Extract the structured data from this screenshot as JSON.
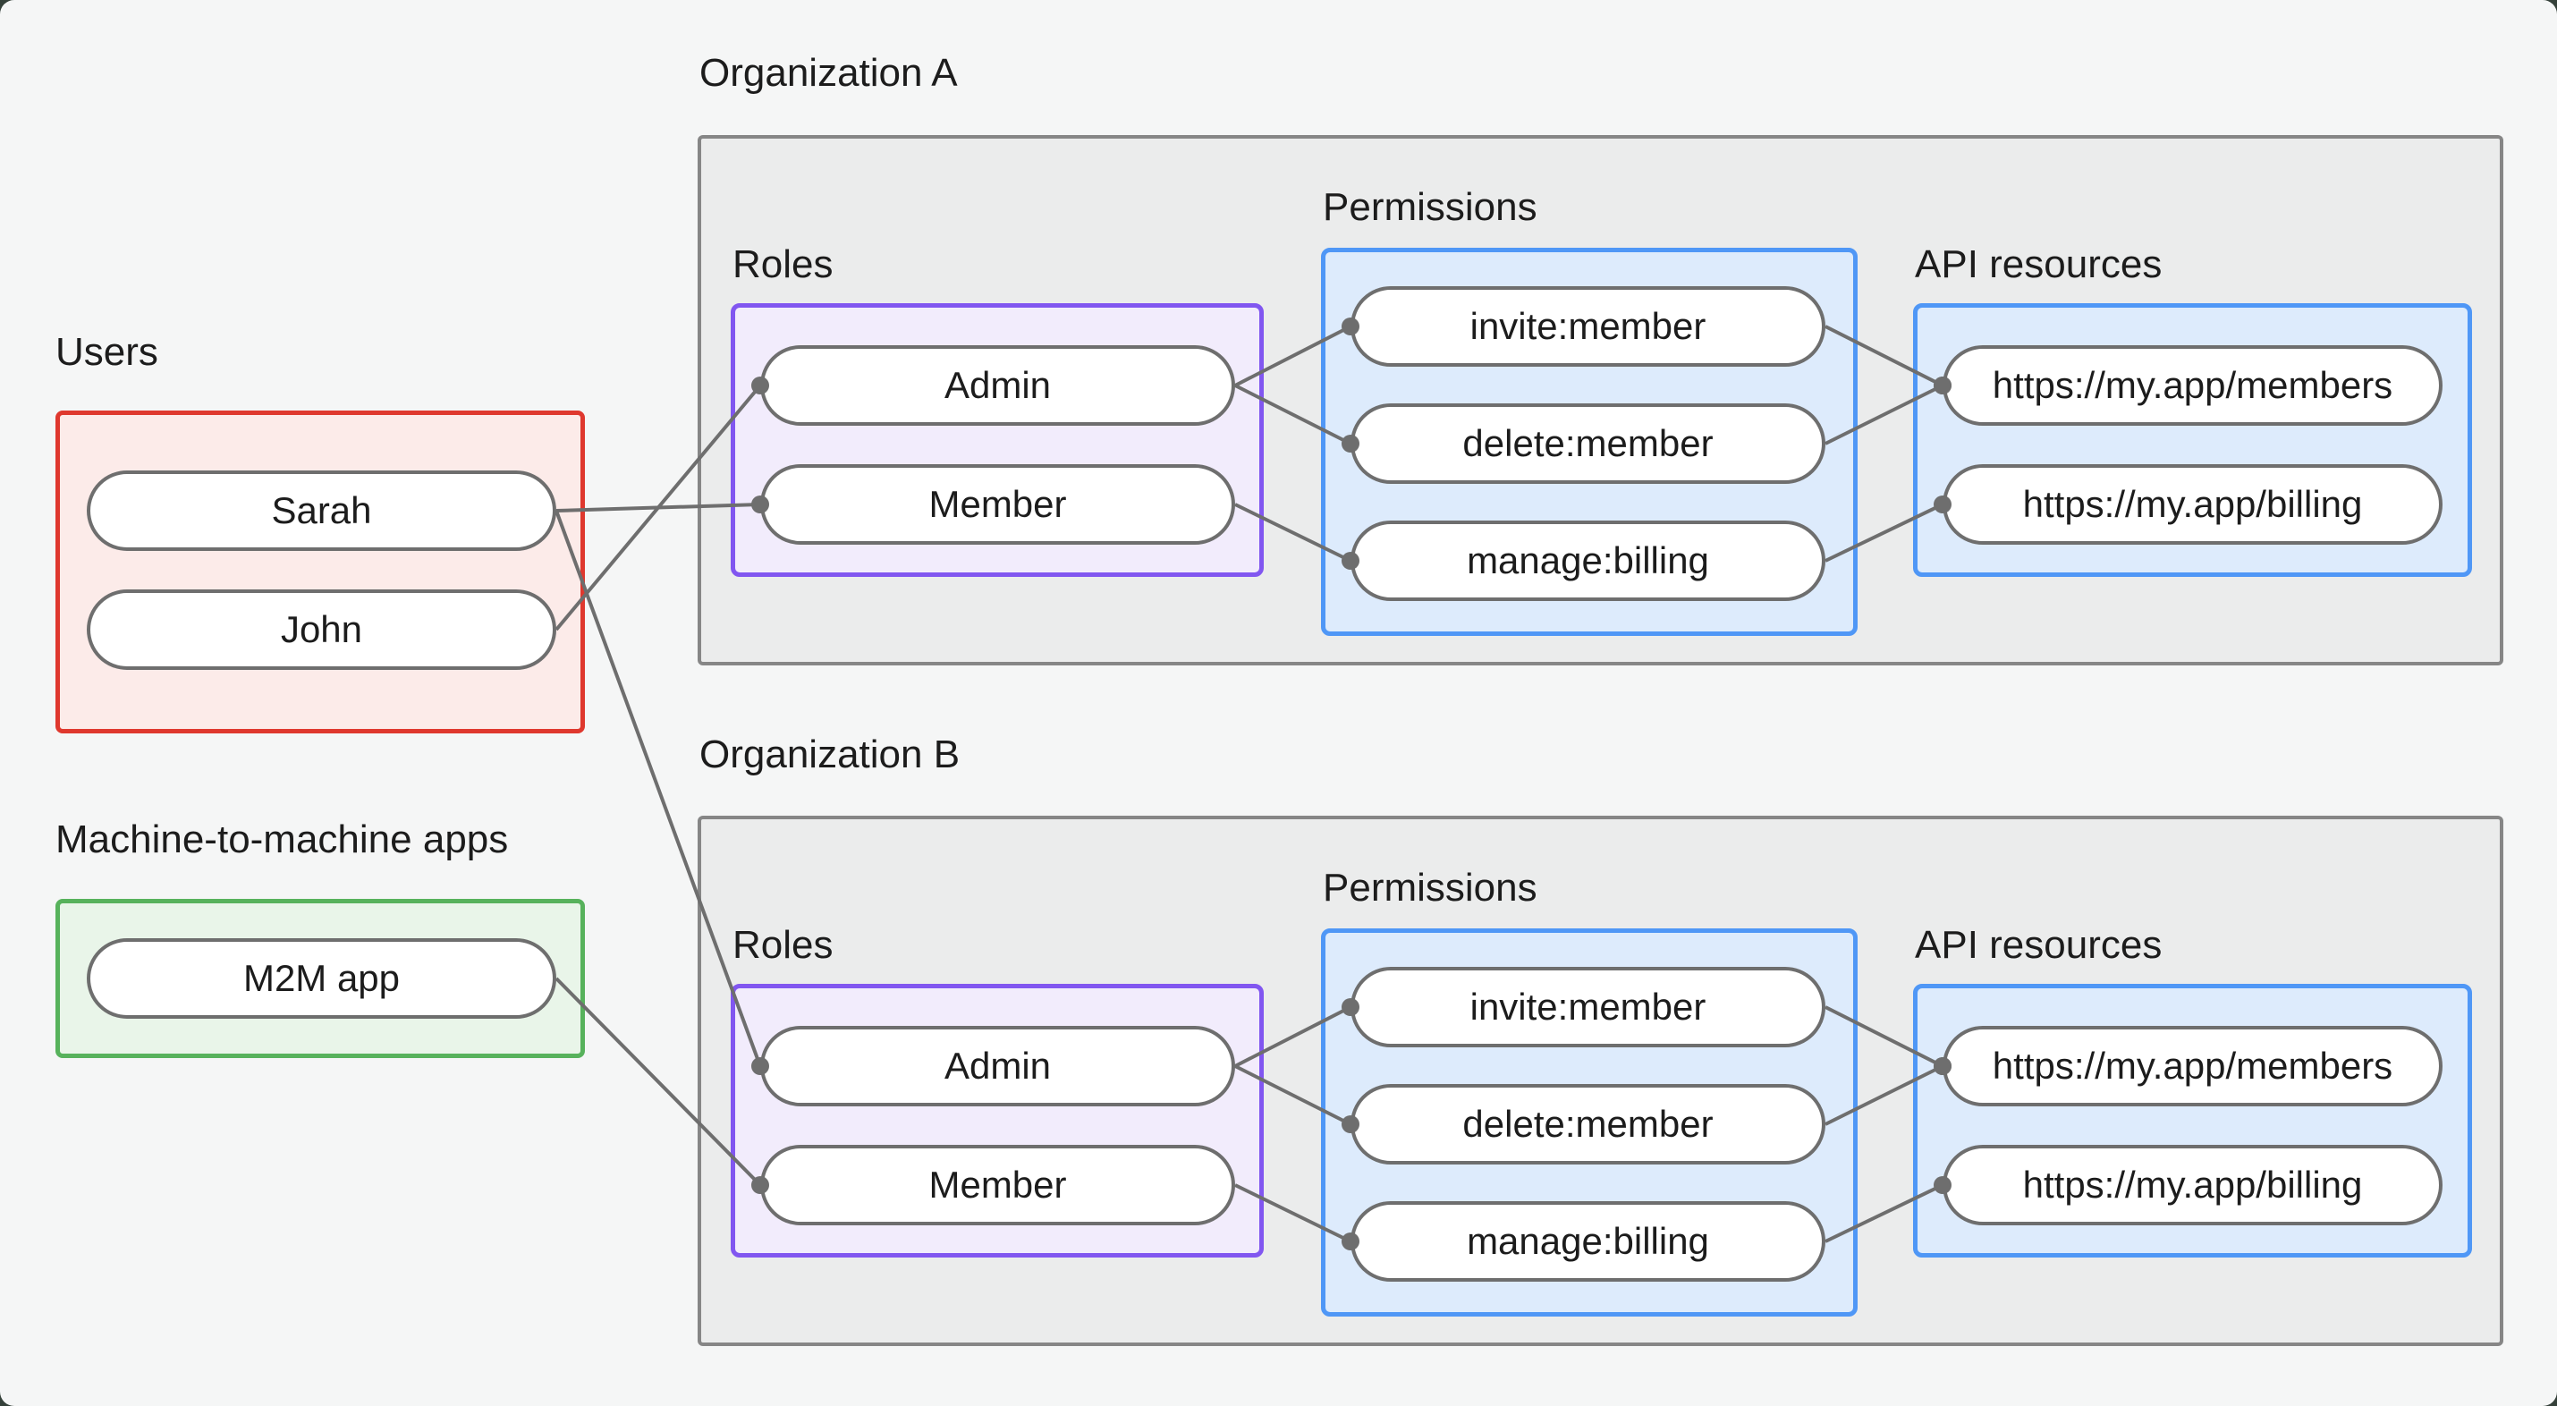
{
  "labels": {
    "users": "Users",
    "m2m": "Machine-to-machine apps",
    "org_a": "Organization A",
    "org_b": "Organization B",
    "roles": "Roles",
    "permissions": "Permissions",
    "api_resources": "API resources"
  },
  "nodes": {
    "sarah": "Sarah",
    "john": "John",
    "m2m_app": "M2M app",
    "org_a": {
      "admin": "Admin",
      "member": "Member",
      "invite": "invite:member",
      "delete": "delete:member",
      "manage": "manage:billing",
      "members_api": "https://my.app/members",
      "billing_api": "https://my.app/billing"
    },
    "org_b": {
      "admin": "Admin",
      "member": "Member",
      "invite": "invite:member",
      "delete": "delete:member",
      "manage": "manage:billing",
      "members_api": "https://my.app/members",
      "billing_api": "https://my.app/billing"
    }
  },
  "edges": [
    {
      "from": "sarah",
      "to": "org_a.member"
    },
    {
      "from": "john",
      "to": "org_a.admin"
    },
    {
      "from": "sarah",
      "to": "org_b.admin"
    },
    {
      "from": "m2m_app",
      "to": "org_b.member"
    },
    {
      "from": "org_a.admin",
      "to": "org_a.invite"
    },
    {
      "from": "org_a.admin",
      "to": "org_a.delete"
    },
    {
      "from": "org_a.member",
      "to": "org_a.manage"
    },
    {
      "from": "org_a.invite",
      "to": "org_a.members_api"
    },
    {
      "from": "org_a.delete",
      "to": "org_a.members_api"
    },
    {
      "from": "org_a.manage",
      "to": "org_a.billing_api"
    },
    {
      "from": "org_b.admin",
      "to": "org_b.invite"
    },
    {
      "from": "org_b.admin",
      "to": "org_b.delete"
    },
    {
      "from": "org_b.member",
      "to": "org_b.manage"
    },
    {
      "from": "org_b.invite",
      "to": "org_b.members_api"
    },
    {
      "from": "org_b.delete",
      "to": "org_b.members_api"
    },
    {
      "from": "org_b.manage",
      "to": "org_b.billing_api"
    }
  ],
  "colors": {
    "canvas_bg": "#f5f6f6",
    "frame_bg": "#35413a",
    "org_fill": "#ebecec",
    "org_border": "#868686",
    "users_border": "#df382e",
    "users_fill": "#fcebe9",
    "m2m_border": "#57b25c",
    "m2m_fill": "#e9f5e9",
    "roles_border": "#8156f0",
    "roles_fill": "#f2ecfc",
    "blue_border": "#4f97f6",
    "blue_fill": "#ddebfc",
    "pill_border": "#6e6e6e",
    "pill_fill": "#ffffff",
    "edge": "#6e6e6e",
    "text": "#1c1c1c"
  }
}
